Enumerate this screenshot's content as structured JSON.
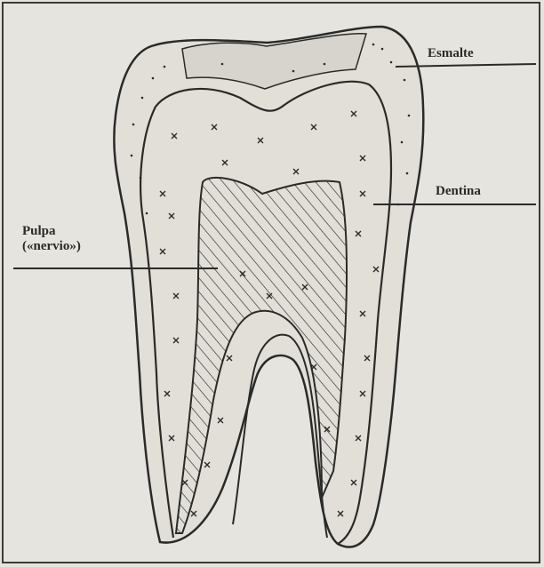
{
  "labels": {
    "esmalte": "Esmalte",
    "dentina": "Dentina",
    "pulpa_line1": "Pulpa",
    "pulpa_line2": "(«nervio»)"
  },
  "colors": {
    "paper": "#e6e4de",
    "ink": "#2a2a28",
    "enamel_top": "#d8d6cf"
  }
}
